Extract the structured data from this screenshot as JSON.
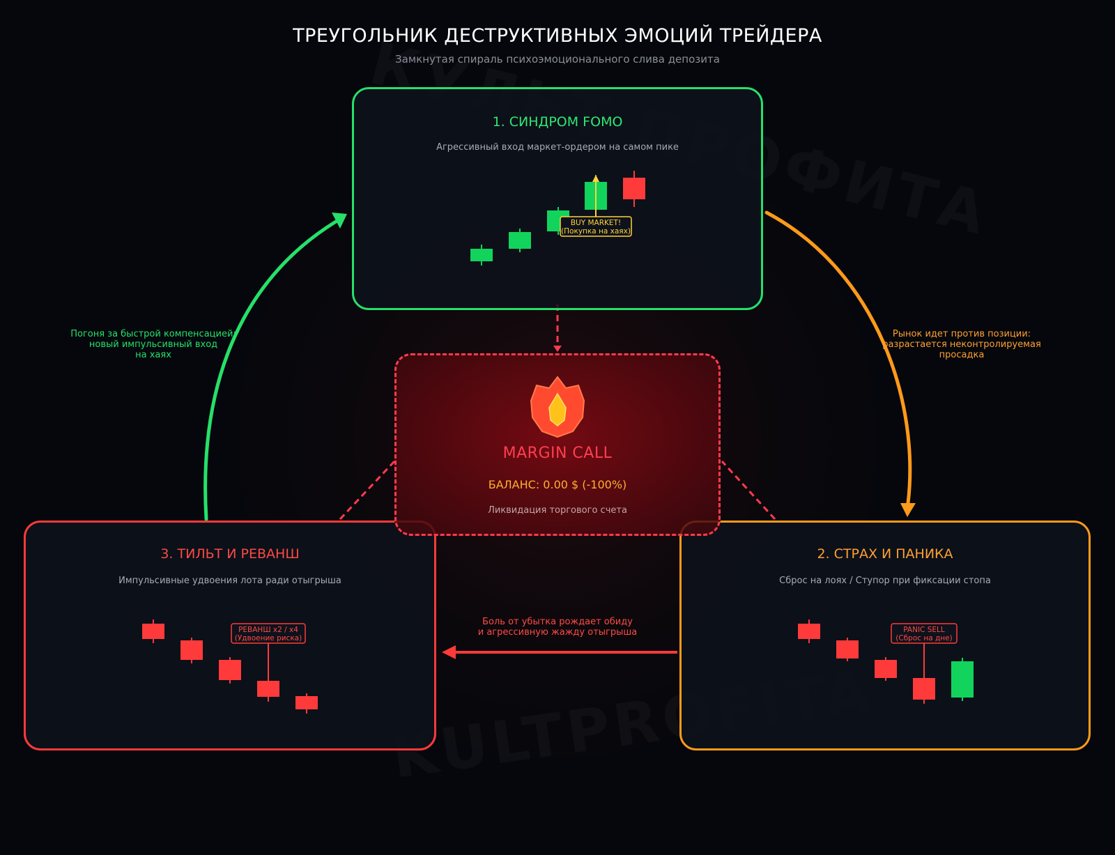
{
  "header": {
    "title": "ТРЕУГОЛЬНИК ДЕСТРУКТИВНЫХ ЭМОЦИЙ ТРЕЙДЕРА",
    "subtitle": "Замкнутая спираль психоэмоционального слива депозита"
  },
  "watermark": {
    "top": "КУЛЬТ ПРОФИТА",
    "bottom": "KULTPROFITA"
  },
  "colors": {
    "green": "#26e06a",
    "orange": "#ff9a1a",
    "red": "#ff3a3a",
    "yellow": "#ffd23a",
    "margin_red": "#ff3b4e"
  },
  "fomo": {
    "title": "1. СИНДРОМ FOMO",
    "description": "Агрессивный вход маркет-ордером на самом пике",
    "annotation_line1": "BUY MARKET!",
    "annotation_line2": "(Покупка на хаях)"
  },
  "fear": {
    "title": "2. СТРАХ И ПАНИКА",
    "description": "Сброс на лоях / Ступор при фиксации стопа",
    "annotation_line1": "PANIC SELL",
    "annotation_line2": "(Сброс на дне)"
  },
  "tilt": {
    "title": "3. ТИЛЬТ И РЕВАНШ",
    "description": "Импульсивные удвоения лота ради отыгрыша",
    "annotation_line1": "РЕВАНШ x2 / x4",
    "annotation_line2": "(Удвоение риска)"
  },
  "margin_call": {
    "icon": "flame-icon",
    "title": "MARGIN CALL",
    "balance": "БАЛАНС: 0.00 $ (-100%)",
    "description": "Ликвидация торгового счета"
  },
  "transitions": {
    "tilt_to_fomo_line1": "Погоня за быстрой компенсацией:",
    "tilt_to_fomo_line2": "новый импульсивный вход",
    "tilt_to_fomo_line3": "на хаях",
    "fomo_to_fear_line1": "Рынок идет против позиции:",
    "fomo_to_fear_line2": "разрастается неконтролируемая",
    "fomo_to_fear_line3": "просадка",
    "fear_to_tilt_line1": "Боль от убытка рождает обиду",
    "fear_to_tilt_line2": "и агрессивную жажду отыгрыша"
  }
}
